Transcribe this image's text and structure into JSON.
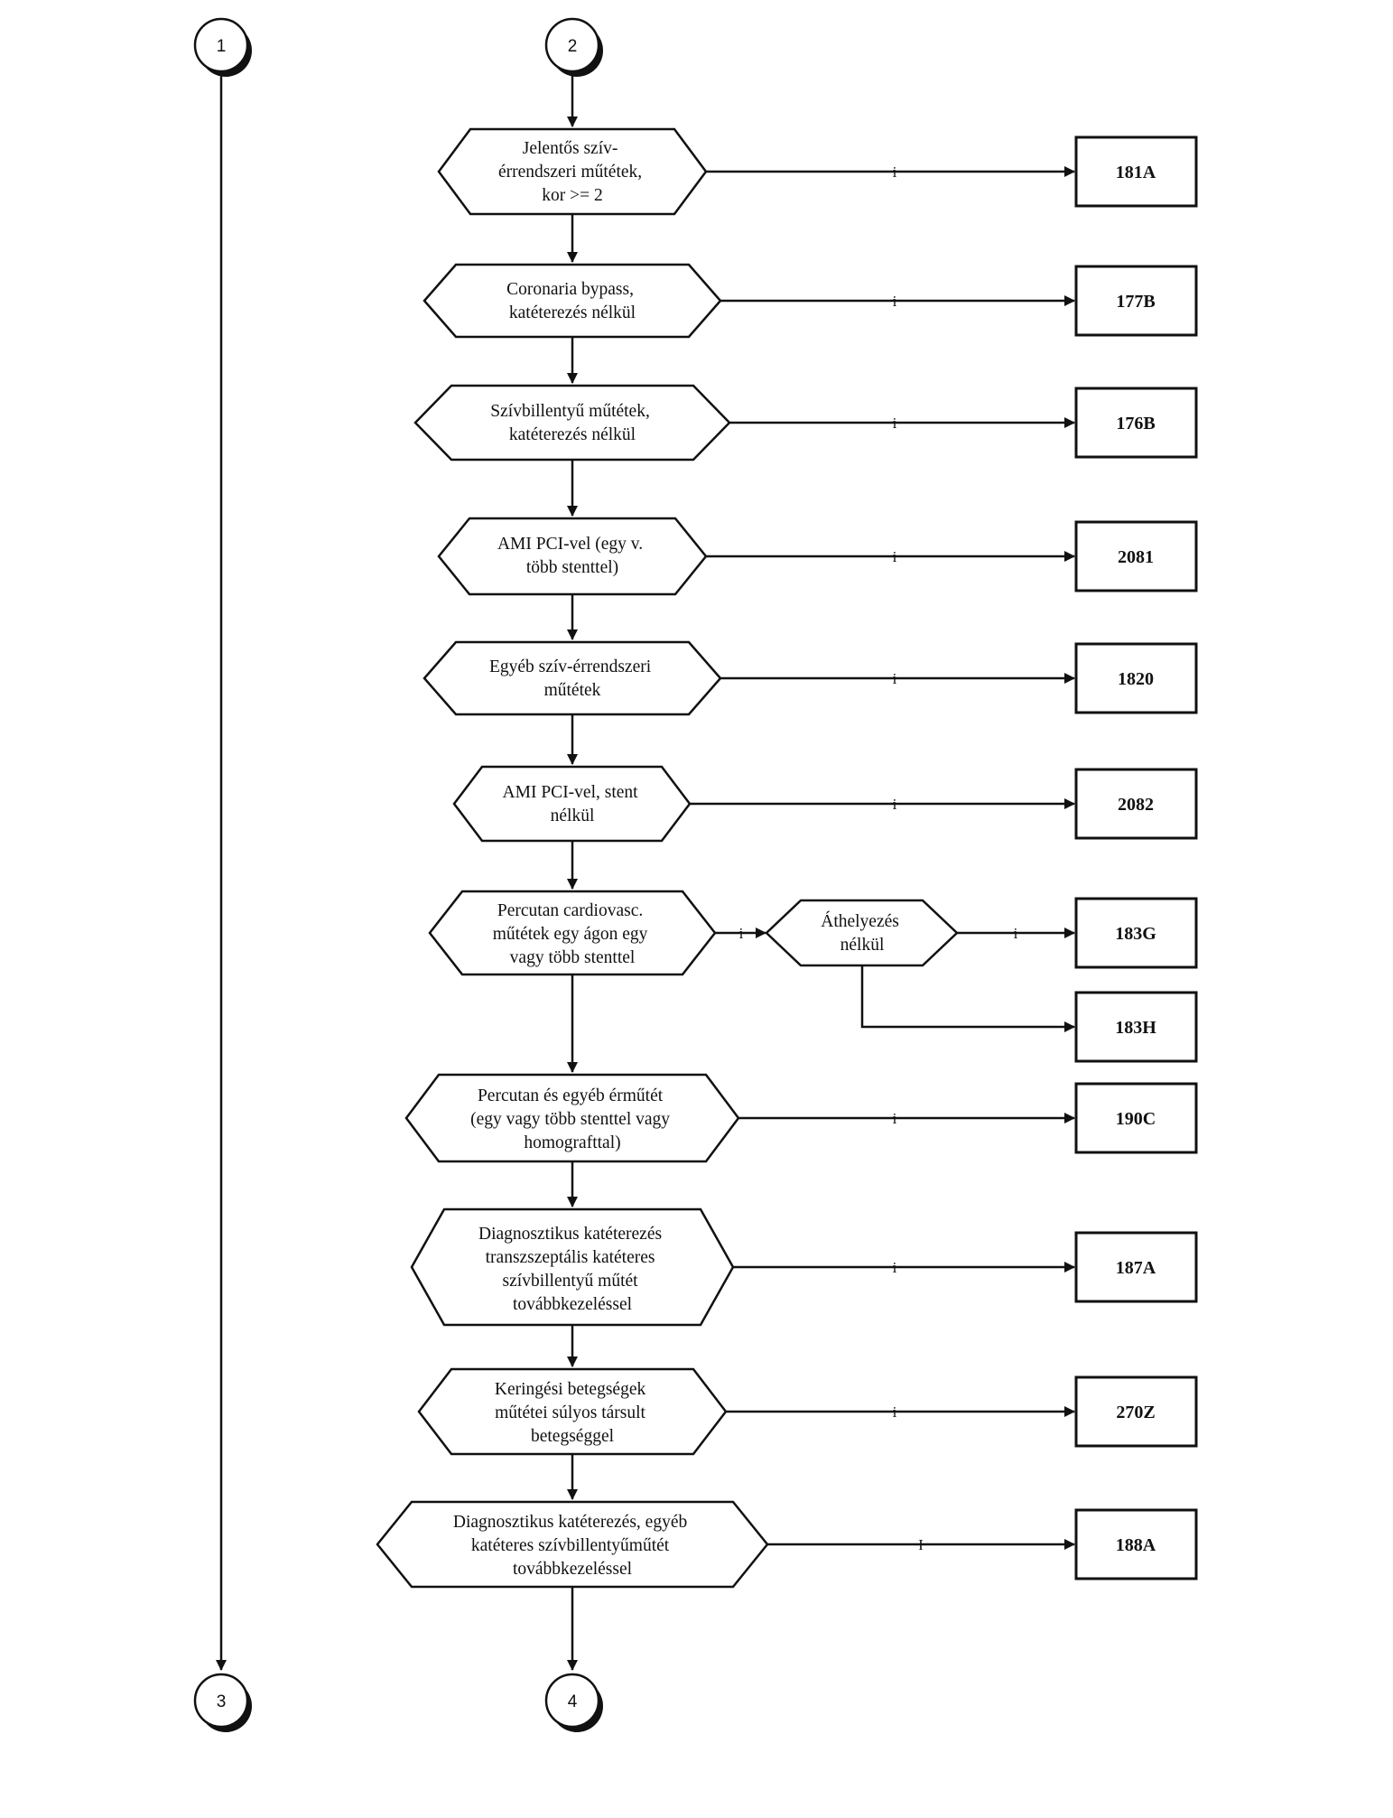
{
  "connectors": {
    "c1": "1",
    "c2": "2",
    "c3": "3",
    "c4": "4"
  },
  "edge_label": "i",
  "edge_label_last": "I",
  "decisions": [
    {
      "id": "d1",
      "lines": [
        "Jelentős szív-",
        "érrendszeri műtétek,",
        "kor >= 2"
      ],
      "target": "181A"
    },
    {
      "id": "d2",
      "lines": [
        "Coronaria bypass,",
        "katéterezés nélkül"
      ],
      "target": "177B"
    },
    {
      "id": "d3",
      "lines": [
        "Szívbillentyű műtétek,",
        "katéterezés nélkül"
      ],
      "target": "176B"
    },
    {
      "id": "d4",
      "lines": [
        "AMI PCI-vel (egy v.",
        "több stenttel)"
      ],
      "target": "2081"
    },
    {
      "id": "d5",
      "lines": [
        "Egyéb szív-érrendszeri",
        "műtétek"
      ],
      "target": "1820"
    },
    {
      "id": "d6",
      "lines": [
        "AMI PCI-vel, stent",
        "nélkül"
      ],
      "target": "2082"
    },
    {
      "id": "d7",
      "lines": [
        "Percutan cardiovasc.",
        "műtétek egy ágon egy",
        "vagy több stenttel"
      ],
      "target": ""
    },
    {
      "id": "d8",
      "lines": [
        "Percutan és egyéb érműtét",
        "(egy vagy több stenttel vagy",
        "homografttal)"
      ],
      "target": "190C"
    },
    {
      "id": "d9",
      "lines": [
        "Diagnosztikus katéterezés",
        "transzszeptális katéteres",
        "szívbillentyű műtét",
        "továbbkezeléssel"
      ],
      "target": "187A"
    },
    {
      "id": "d10",
      "lines": [
        "Keringési betegségek",
        "műtétei súlyos társult",
        "betegséggel"
      ],
      "target": "270Z"
    },
    {
      "id": "d11",
      "lines": [
        "Diagnosztikus katéterezés, egyéb",
        "katéteres szívbillentyűműtét",
        "továbbkezeléssel"
      ],
      "target": "188A"
    }
  ],
  "sub_decision": {
    "id": "d7b",
    "lines": [
      "Áthelyezés",
      "nélkül"
    ],
    "yes_target": "183G",
    "no_target": "183H"
  },
  "colors": {
    "stroke": "#111111",
    "background": "#ffffff"
  }
}
